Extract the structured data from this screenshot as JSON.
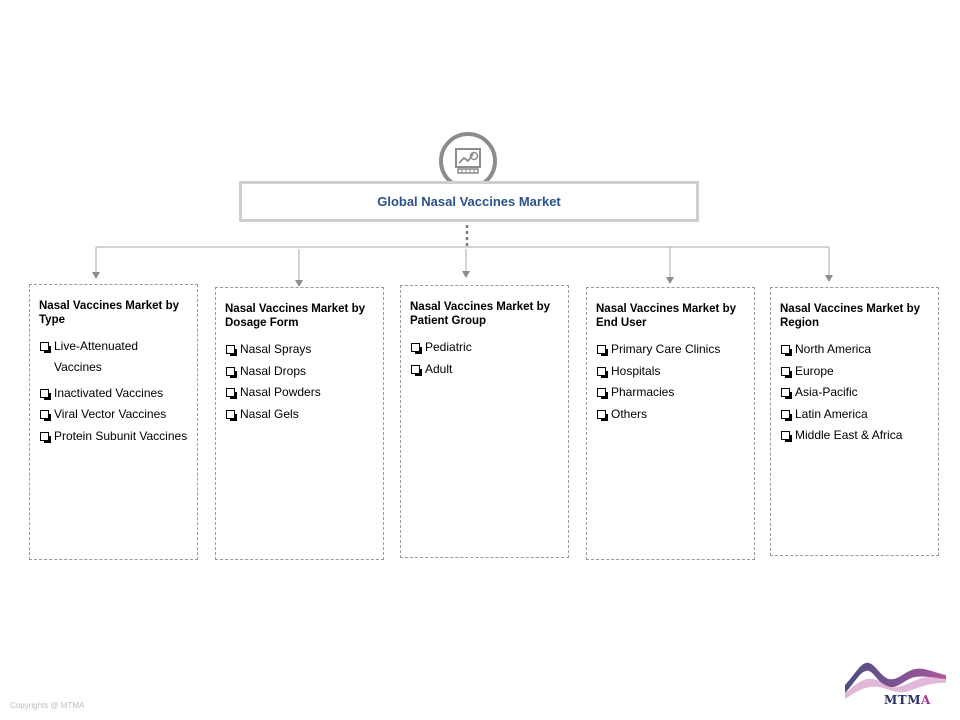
{
  "root": {
    "title": "Global Nasal Vaccines Market",
    "icon": "market-analysis-icon"
  },
  "segments": [
    {
      "title": "Nasal Vaccines Market by Type",
      "items": [
        "Live-Attenuated Vaccines",
        "Inactivated Vaccines",
        "Viral Vector Vaccines",
        "Protein Subunit Vaccines"
      ]
    },
    {
      "title": "Nasal Vaccines Market by Dosage Form",
      "items": [
        "Nasal Sprays",
        "Nasal Drops",
        "Nasal Powders",
        "Nasal Gels"
      ]
    },
    {
      "title": "Nasal Vaccines Market by Patient Group",
      "items": [
        "Pediatric",
        "Adult"
      ]
    },
    {
      "title": "Nasal Vaccines Market by End User",
      "items": [
        "Primary Care Clinics",
        "Hospitals",
        "Pharmacies",
        "Others"
      ]
    },
    {
      "title": "Nasal Vaccines Market by Region",
      "items": [
        "North America",
        "Europe",
        "Asia-Pacific",
        "Latin America",
        "Middle East & Africa"
      ]
    }
  ],
  "footer": {
    "copyright": "Copyrights @ MTMA",
    "logo_text_main": "MTM",
    "logo_text_accent": "A"
  },
  "colors": {
    "title": "#2b5289",
    "connector": "#8c8c8c",
    "border": "#9a9a9a"
  }
}
